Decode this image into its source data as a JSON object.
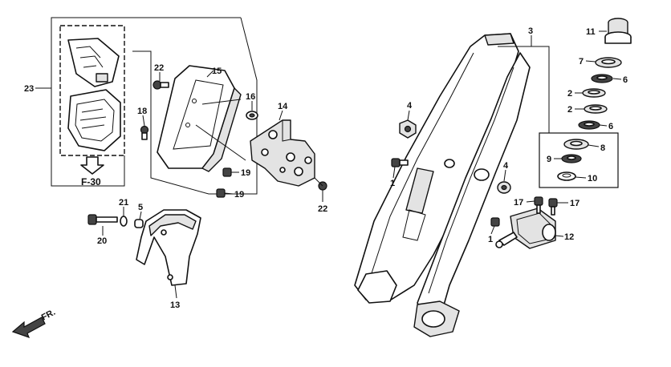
{
  "callouts": {
    "c1a": "1",
    "c1b": "1",
    "c2a": "2",
    "c2b": "2",
    "c3": "3",
    "c4a": "4",
    "c4b": "4",
    "c5": "5",
    "c6a": "6",
    "c6b": "6",
    "c7": "7",
    "c8": "8",
    "c9": "9",
    "c10": "10",
    "c11": "11",
    "c12": "12",
    "c13": "13",
    "c14": "14",
    "c15": "15",
    "c16": "16",
    "c17a": "17",
    "c17b": "17",
    "c18": "18",
    "c19a": "19",
    "c19b": "19",
    "c20": "20",
    "c21": "21",
    "c22a": "22",
    "c22b": "22",
    "c23": "23"
  },
  "ref_label": "F-30",
  "front_label": "FR."
}
